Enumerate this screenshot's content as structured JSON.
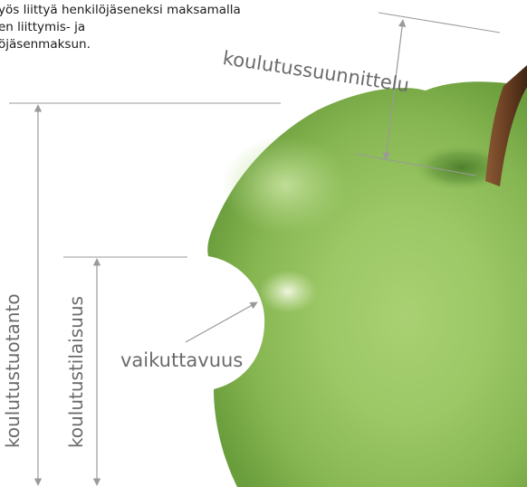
{
  "intro_text": {
    "line1": "yös liittyä henkilöjäseneksi maksamalla",
    "line2": "en liittymis- ja",
    "line3": "öjäsenmaksun."
  },
  "labels": {
    "training_planning": "koulutussuunnittelu",
    "impact": "vaikuttavuus",
    "training_production": "koulutustuotanto",
    "training_opportunity": "koulutustilaisuus"
  },
  "icons": {
    "apple": "green-apple-illustration",
    "arrows": "gray-dimension-arrow"
  },
  "colors": {
    "apple_light": "#c7e29b",
    "apple_mid": "#9fcb69",
    "apple_dark": "#5f9436",
    "stem": "#6a3f22",
    "annotation_gray": "#9a9a9a",
    "label_gray": "#6b6b6b",
    "text": "#1a1a1a",
    "background": "#ffffff"
  }
}
